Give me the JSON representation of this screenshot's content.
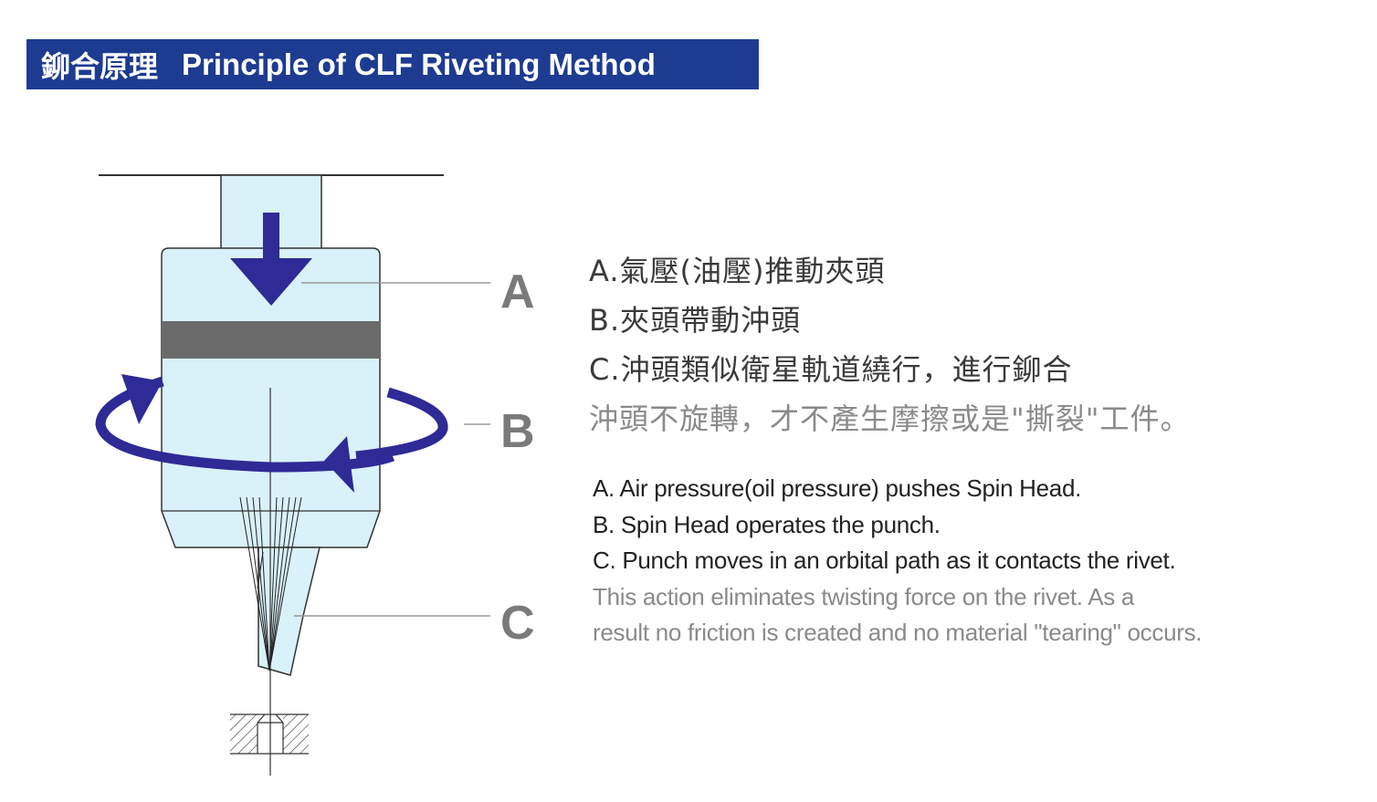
{
  "header": {
    "title_zh": "鉚合原理",
    "title_en": "Principle of CLF Riveting Method"
  },
  "diagram": {
    "labels": [
      "A",
      "B",
      "C"
    ],
    "colors": {
      "body": "#d9f1f9",
      "band": "#6b6b6b",
      "arrow": "#2e2a96",
      "header": "#1d3b91"
    }
  },
  "description_zh": [
    "A.氣壓(油壓)推動夾頭",
    "B.夾頭帶動沖頭",
    "C.沖頭類似衛星軌道繞行，進行鉚合",
    "沖頭不旋轉，才不產生摩擦或是\"撕裂\"工件。"
  ],
  "description_en": [
    "A. Air pressure(oil pressure) pushes Spin Head.",
    "B. Spin Head operates the punch.",
    "C. Punch moves in an orbital path as it contacts the rivet.",
    "This action eliminates twisting force on the rivet. As a",
    "result no friction is created and no material \"tearing\" occurs."
  ]
}
